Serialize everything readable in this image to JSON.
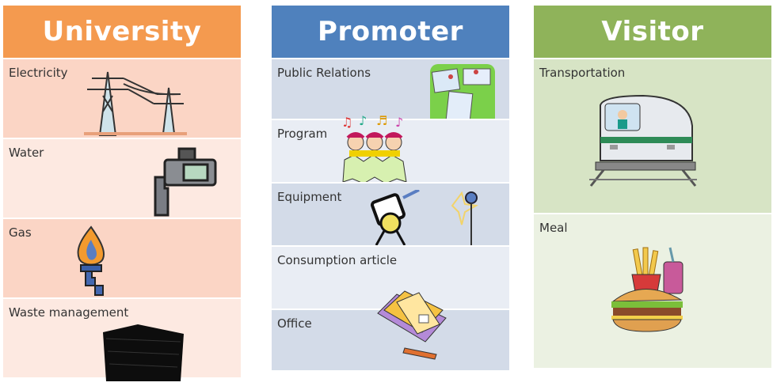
{
  "columns": {
    "university": {
      "title": "University",
      "items": [
        {
          "label": "Electricity"
        },
        {
          "label": "Water"
        },
        {
          "label": "Gas"
        },
        {
          "label": "Waste management"
        }
      ]
    },
    "promoter": {
      "title": "Promoter",
      "items": [
        {
          "label": "Public Relations"
        },
        {
          "label": "Program"
        },
        {
          "label": "Equipment"
        },
        {
          "label": "Consumption article"
        },
        {
          "label": "Office"
        }
      ]
    },
    "visitor": {
      "title": "Visitor",
      "items": [
        {
          "label": "Transportation"
        },
        {
          "label": "Meal"
        }
      ]
    }
  },
  "colors": {
    "university_header": "#f49a4f",
    "promoter_header": "#4f81bd",
    "visitor_header": "#8fb35a"
  }
}
